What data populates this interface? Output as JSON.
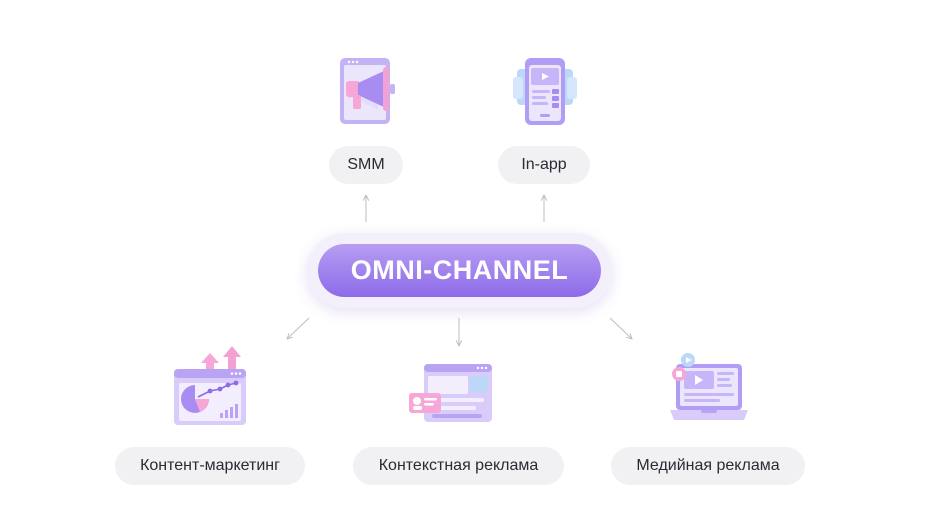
{
  "hub": {
    "label": "OMNI-CHANNEL"
  },
  "channels": {
    "smm": {
      "label": "SMM",
      "icon": "megaphone-tablet-icon"
    },
    "inapp": {
      "label": "In-app",
      "icon": "phone-video-icon"
    },
    "content": {
      "label": "Контент-маркетинг",
      "icon": "growth-chart-icon"
    },
    "context": {
      "label": "Контекстная реклама",
      "icon": "contact-card-window-icon"
    },
    "media": {
      "label": "Медийная реклама",
      "icon": "laptop-video-icon"
    }
  },
  "colors": {
    "accent": "#9b7bf0",
    "accent_light": "#e8e0fc",
    "pink": "#f7a6d8",
    "blue": "#bcd7f7",
    "pill_bg": "#f1f1f4",
    "arrow": "#bdbdc6"
  }
}
